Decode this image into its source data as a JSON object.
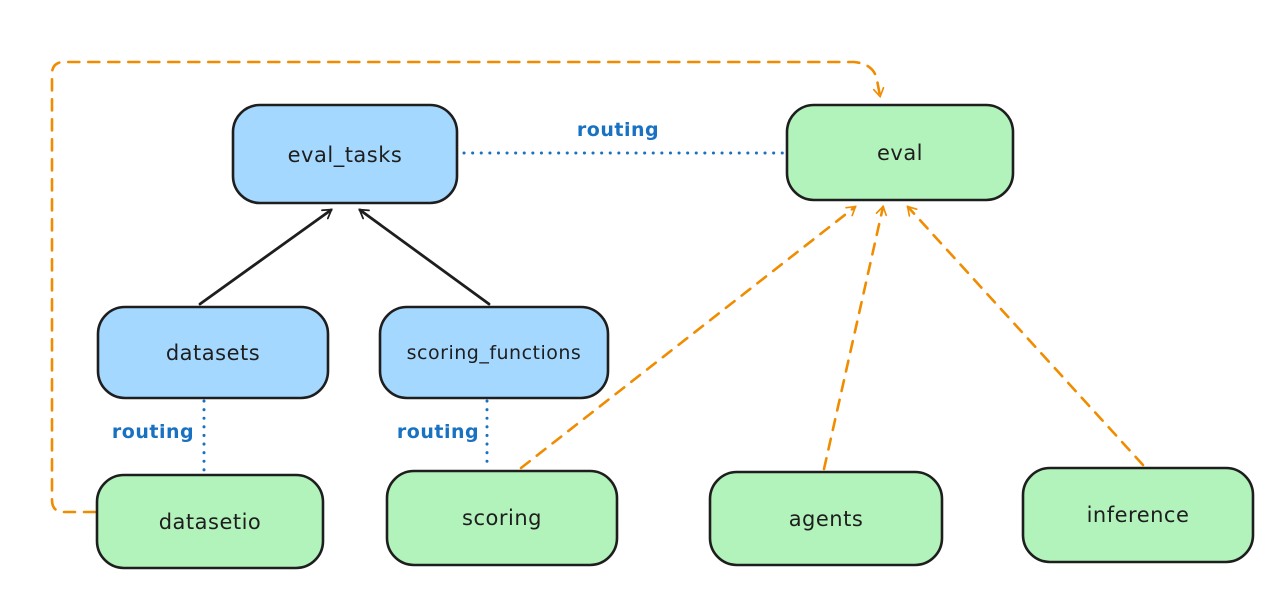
{
  "diagram": {
    "background": "#ffffff",
    "colors": {
      "registry_fill": "#a5d8ff",
      "provider_fill": "#b2f2bb",
      "node_stroke": "#1e1e1e",
      "solid_edge": "#1e1e1e",
      "routing_edge": "#1971c2",
      "dependency_edge": "#f08c00"
    },
    "nodes": [
      {
        "id": "eval_tasks",
        "label": "eval_tasks",
        "fill": "#a5d8ff"
      },
      {
        "id": "eval",
        "label": "eval",
        "fill": "#b2f2bb"
      },
      {
        "id": "datasets",
        "label": "datasets",
        "fill": "#a5d8ff"
      },
      {
        "id": "scoring_functions",
        "label": "scoring_functions",
        "fill": "#a5d8ff"
      },
      {
        "id": "datasetio",
        "label": "datasetio",
        "fill": "#b2f2bb"
      },
      {
        "id": "scoring",
        "label": "scoring",
        "fill": "#b2f2bb"
      },
      {
        "id": "agents",
        "label": "agents",
        "fill": "#b2f2bb"
      },
      {
        "id": "inference",
        "label": "inference",
        "fill": "#b2f2bb"
      }
    ],
    "edges": [
      {
        "from": "datasets",
        "to": "eval_tasks",
        "style": "solid",
        "arrow": true,
        "color": "#1e1e1e"
      },
      {
        "from": "scoring_functions",
        "to": "eval_tasks",
        "style": "solid",
        "arrow": true,
        "color": "#1e1e1e"
      },
      {
        "from": "eval_tasks",
        "to": "eval",
        "style": "dotted",
        "arrow": false,
        "color": "#1971c2",
        "label": "routing"
      },
      {
        "from": "datasets",
        "to": "datasetio",
        "style": "dotted",
        "arrow": false,
        "color": "#1971c2",
        "label": "routing"
      },
      {
        "from": "scoring_functions",
        "to": "scoring",
        "style": "dotted",
        "arrow": false,
        "color": "#1971c2",
        "label": "routing"
      },
      {
        "from": "datasetio",
        "to": "eval",
        "style": "dashed",
        "arrow": true,
        "color": "#f08c00",
        "route": "around-left-and-top"
      },
      {
        "from": "scoring",
        "to": "eval",
        "style": "dashed",
        "arrow": true,
        "color": "#f08c00"
      },
      {
        "from": "agents",
        "to": "eval",
        "style": "dashed",
        "arrow": true,
        "color": "#f08c00"
      },
      {
        "from": "inference",
        "to": "eval",
        "style": "dashed",
        "arrow": true,
        "color": "#f08c00"
      }
    ]
  }
}
